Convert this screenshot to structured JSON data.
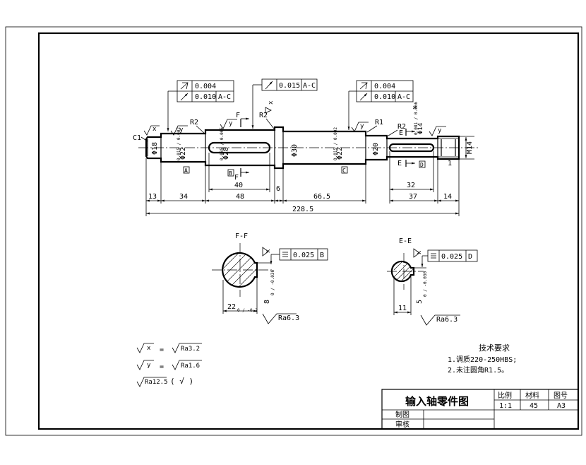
{
  "tolerance_frames": {
    "left": {
      "row1": "0.004",
      "row2_value": "0.010",
      "row2_datum": "A-C"
    },
    "middle": {
      "value": "0.015",
      "datum": "A-C"
    },
    "right": {
      "row1": "0.004",
      "row2_value": "0.010",
      "row2_datum": "A-C"
    }
  },
  "labels": {
    "c1": "C1",
    "r2_left": "R2",
    "r2_mid": "R2",
    "r1": "R1",
    "r2_right": "R2",
    "f_top": "F",
    "f_bottom": "F",
    "e_top": "E",
    "e_bottom": "E",
    "datum_a": "A",
    "datum_b": "B",
    "datum_c": "C",
    "datum_d": "D",
    "y": "y",
    "x": "x",
    "one": "1"
  },
  "diameters": {
    "d18": "Φ18",
    "d22_left": "Φ22",
    "d22_left_tol": "0.015 / 0.002",
    "d28": "Φ28",
    "d28_tol": "0.085 / 0.065",
    "d30": "Φ30",
    "d22_right": "Φ22",
    "d22_right_tol": "0.015 / 0.002",
    "d20": "Φ20",
    "d14": "Φ14",
    "d14_tol": "0.081 / 0.066",
    "m14": "M14"
  },
  "dimensions": {
    "d13": "13",
    "d34": "34",
    "d48": "48",
    "d40": "40",
    "d6": "6",
    "d66_5": "66.5",
    "d32": "32",
    "d37": "37",
    "d14": "14",
    "total": "228.5"
  },
  "section_ff": {
    "title": "F-F",
    "frame_value": "0.025",
    "frame_datum": "B",
    "depth": "8",
    "depth_tol": "0 / -0.036",
    "bottom": "22",
    "bottom_tol": "0 / -0.2",
    "roughness": "Ra6.3"
  },
  "section_ee": {
    "title": "E-E",
    "frame_value": "0.025",
    "frame_datum": "D",
    "depth": "5",
    "depth_tol": "0 / -0.030",
    "bottom": "11",
    "roughness": "Ra6.3"
  },
  "legend": {
    "x_sym": "x",
    "y_sym": "y",
    "eq": "=",
    "x_val": "Ra3.2",
    "y_val": "Ra1.6",
    "default": "Ra12.5",
    "default_suffix": "( √ )"
  },
  "notes": {
    "title": "技术要求",
    "line1": "1.调质220-250HBS;",
    "line2": "2.未注圆角R1.5。"
  },
  "title_block": {
    "name": "输入轴零件图",
    "scale_label": "比例",
    "material_label": "材料",
    "drawing_label": "图号",
    "scale": "1:1",
    "material": "45",
    "drawing": "A3",
    "drawn_by": "制图",
    "checked_by": "审核"
  }
}
